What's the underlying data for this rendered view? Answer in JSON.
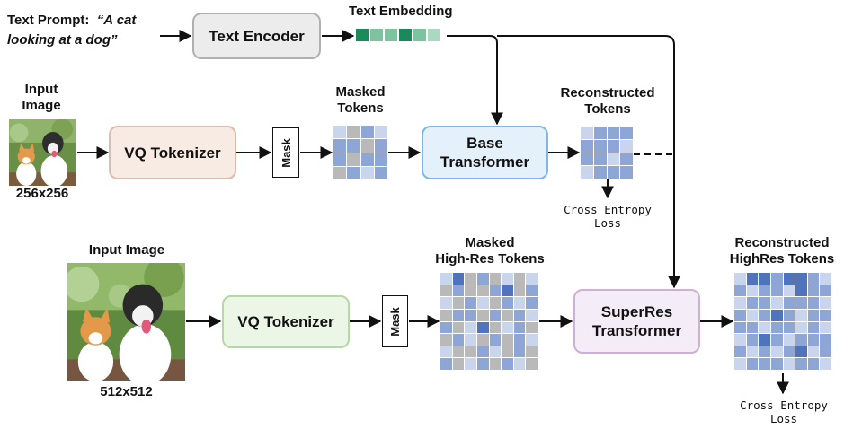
{
  "prompt": {
    "label": "Text Prompt:",
    "text_line1": "“A cat",
    "text_line2": "looking at a dog”"
  },
  "text_encoder": {
    "label": "Text Encoder",
    "fill": "#ececec",
    "border": "#b0b0b0"
  },
  "text_embedding": {
    "title": "Text Embedding",
    "cells": [
      "#1a8a5a",
      "#7cc4a0",
      "#7cc4a0",
      "#1a8a5a",
      "#7cc4a0",
      "#a9d9c0"
    ]
  },
  "base_stage": {
    "input_label_line1": "Input",
    "input_label_line2": "Image",
    "size_label": "256x256",
    "tokenizer_label": "VQ Tokenizer",
    "tokenizer_fill": "#f8ebe4",
    "tokenizer_border": "#dcbcaa",
    "mask_label": "Mask",
    "masked_tokens_line1": "Masked",
    "masked_tokens_line2": "Tokens",
    "transformer_line1": "Base",
    "transformer_line2": "Transformer",
    "transformer_fill": "#e4f0fa",
    "transformer_border": "#7fb8e4",
    "reconstructed_line1": "Reconstructed",
    "reconstructed_line2": "Tokens",
    "loss_line1": "Cross Entropy",
    "loss_line2": "Loss",
    "masked_grid": [
      "lgdl",
      "ddgd",
      "dgdd",
      "gdld"
    ],
    "recon_grid": [
      "lddd",
      "dddl",
      "ddld",
      "lddd"
    ]
  },
  "superres_stage": {
    "input_label": "Input Image",
    "size_label": "512x512",
    "tokenizer_label": "VQ Tokenizer",
    "tokenizer_fill": "#ecf6e6",
    "tokenizer_border": "#b6d8a4",
    "mask_label": "Mask",
    "masked_tokens_line1": "Masked",
    "masked_tokens_line2": "High-Res Tokens",
    "transformer_line1": "SuperRes",
    "transformer_line2": "Transformer",
    "transformer_fill": "#f4ecf6",
    "transformer_border": "#cdb0d6",
    "reconstructed_line1": "Reconstructed",
    "reconstructed_line2": "HighRes Tokens",
    "loss_line1": "Cross Entropy",
    "loss_line2": "Loss",
    "masked_grid": [
      "lDgdglgl",
      "gdggdDgd",
      "lgdlgdld",
      "gddgdgdl",
      "dglDgldg",
      "gdlgdgdl",
      "lggdlgdg",
      "dgldgdlg"
    ],
    "recon_grid": [
      "lDDdDDdl",
      "dlddlDdd",
      "lddldddl",
      "dldDdldd",
      "ddlddldl",
      "ldDdlddd",
      "dldldDld",
      "ldddlddl"
    ]
  },
  "token_colors": {
    "light": "#c9d5ec",
    "medium": "#8ea6d6",
    "dark": "#4f73bd",
    "gray": "#b9b9b9"
  }
}
